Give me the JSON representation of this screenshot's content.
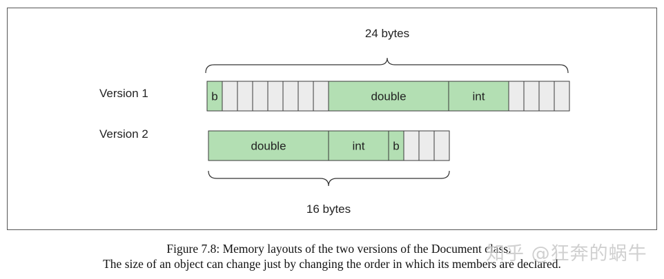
{
  "diagram": {
    "top_size_label": "24 bytes",
    "bottom_size_label": "16 bytes",
    "version1": {
      "label": "Version 1",
      "cells": [
        {
          "text": "b",
          "filled": true
        },
        {
          "text": "",
          "filled": false
        },
        {
          "text": "",
          "filled": false
        },
        {
          "text": "",
          "filled": false
        },
        {
          "text": "",
          "filled": false
        },
        {
          "text": "",
          "filled": false
        },
        {
          "text": "",
          "filled": false
        },
        {
          "text": "",
          "filled": false
        },
        {
          "text": "double",
          "filled": true
        },
        {
          "text": "int",
          "filled": true
        },
        {
          "text": "",
          "filled": false
        },
        {
          "text": "",
          "filled": false
        },
        {
          "text": "",
          "filled": false
        },
        {
          "text": "",
          "filled": false
        }
      ]
    },
    "version2": {
      "label": "Version 2",
      "cells": [
        {
          "text": "double",
          "filled": true
        },
        {
          "text": "int",
          "filled": true
        },
        {
          "text": "b",
          "filled": true
        },
        {
          "text": "",
          "filled": false
        },
        {
          "text": "",
          "filled": false
        },
        {
          "text": "",
          "filled": false
        }
      ]
    },
    "colors": {
      "filled": "#b3dfb3",
      "empty": "#ececec",
      "stroke": "#3a3a3a",
      "frame": "#555555"
    }
  },
  "caption": {
    "line1": "Figure 7.8: Memory layouts of the two versions of the Document class.",
    "line2": "The size of an object can change just by changing the order in which its members are declared."
  },
  "watermark": "知乎 @狂奔的蜗牛"
}
